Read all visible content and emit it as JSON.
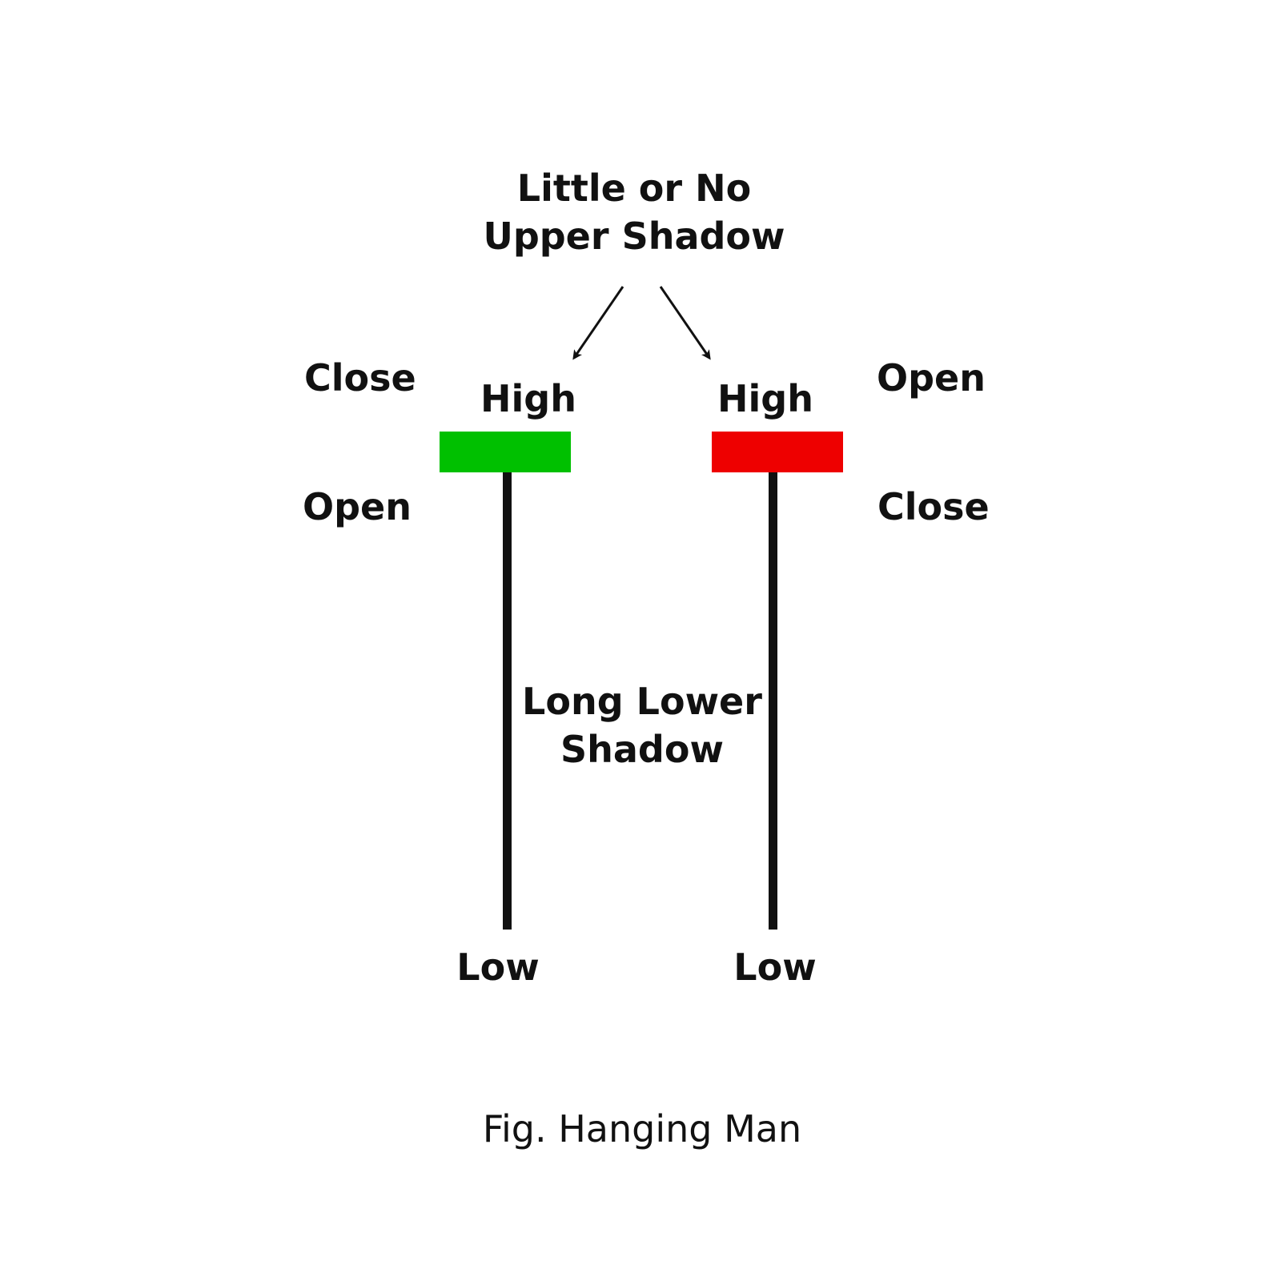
{
  "upper_note": {
    "line1": "Little or No",
    "line2": "Upper Shadow"
  },
  "lower_note": {
    "line1": "Long Lower",
    "line2": "Shadow"
  },
  "bullish": {
    "top_label": "Close",
    "bottom_label": "Open",
    "high_label": "High",
    "low_label": "Low",
    "color": "#00c000"
  },
  "bearish": {
    "top_label": "Open",
    "bottom_label": "Close",
    "high_label": "High",
    "low_label": "Low",
    "color": "#ee0000"
  },
  "caption": "Fig. Hanging Man",
  "colors": {
    "ink": "#111111",
    "background": "#ffffff"
  }
}
